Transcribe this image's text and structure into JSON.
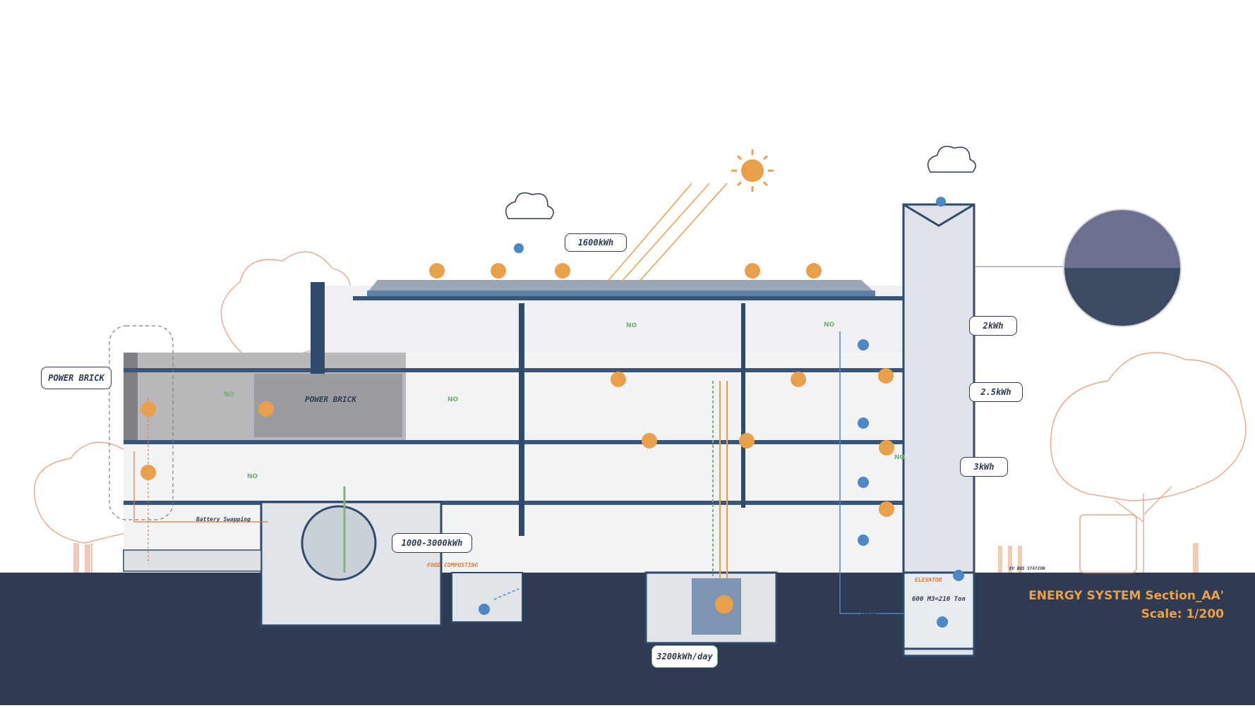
{
  "title": "ENERGY SYSTEM Section_AA'",
  "scale": "Scale: 1/200",
  "callouts": {
    "roof_solar": "1600kWh",
    "power_brick_callout": "POWER BRICK",
    "battery_tank": "1000-3000kWh",
    "geothermal": "3200kWh/day",
    "wind_top": "2kWh",
    "wind_mid": "2.5kWh",
    "wind_low": "3kWh"
  },
  "labels": {
    "power_brick_wall": "POWER BRICK",
    "battery_swapping": "Battery Swapping",
    "food_composting": "FOOD COMPOSTING",
    "ev_bus_station": "EV BUS STATION",
    "elevator": "ELEVATOR",
    "cistern": "600 M3=210 Ton",
    "toilet": "TOILET",
    "no_mark": "NO"
  },
  "colors": {
    "ground": "#2f3b52",
    "accent_orange": "#e8a04a",
    "tree_line": "#e7a78f",
    "energy_green": "#7fb27a",
    "water_blue": "#4f86c6",
    "structure": "#2f4a6b"
  }
}
